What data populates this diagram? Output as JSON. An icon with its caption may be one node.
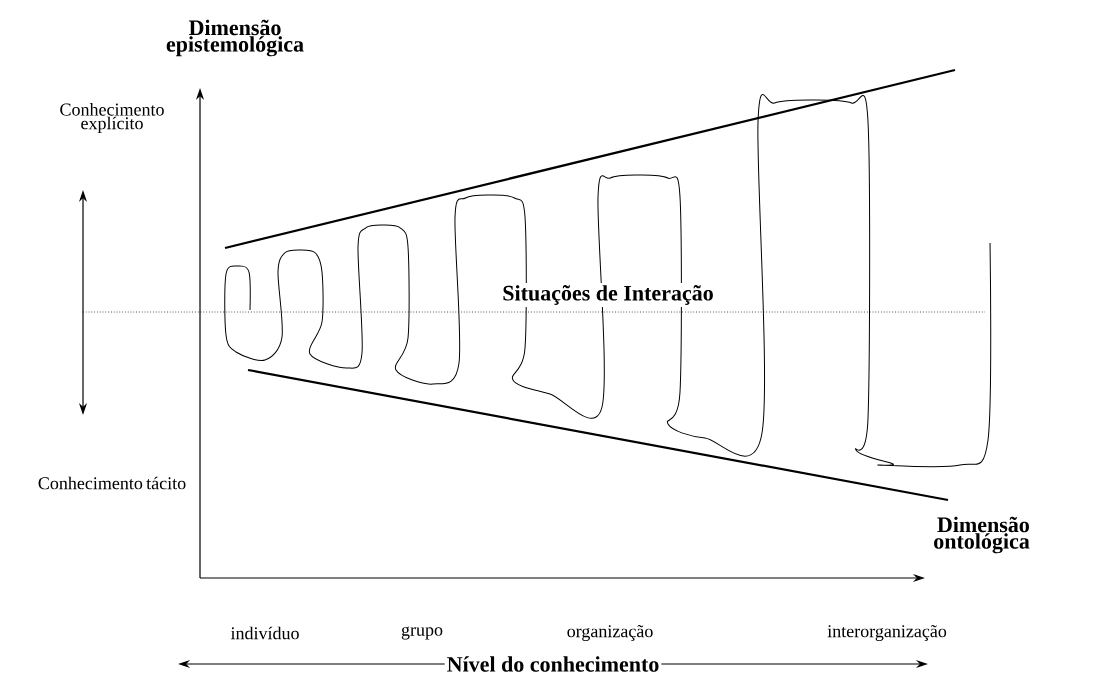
{
  "diagram": {
    "labels": [
      "Dimensão epistemológica",
      "Conhecimento explícito",
      "Conhecimento tácito",
      "Situações de Interação",
      "Dimensão ontológica",
      "indivíduo",
      "grupo",
      "organização",
      "interorganização",
      "Nível do conhecimento"
    ]
  }
}
